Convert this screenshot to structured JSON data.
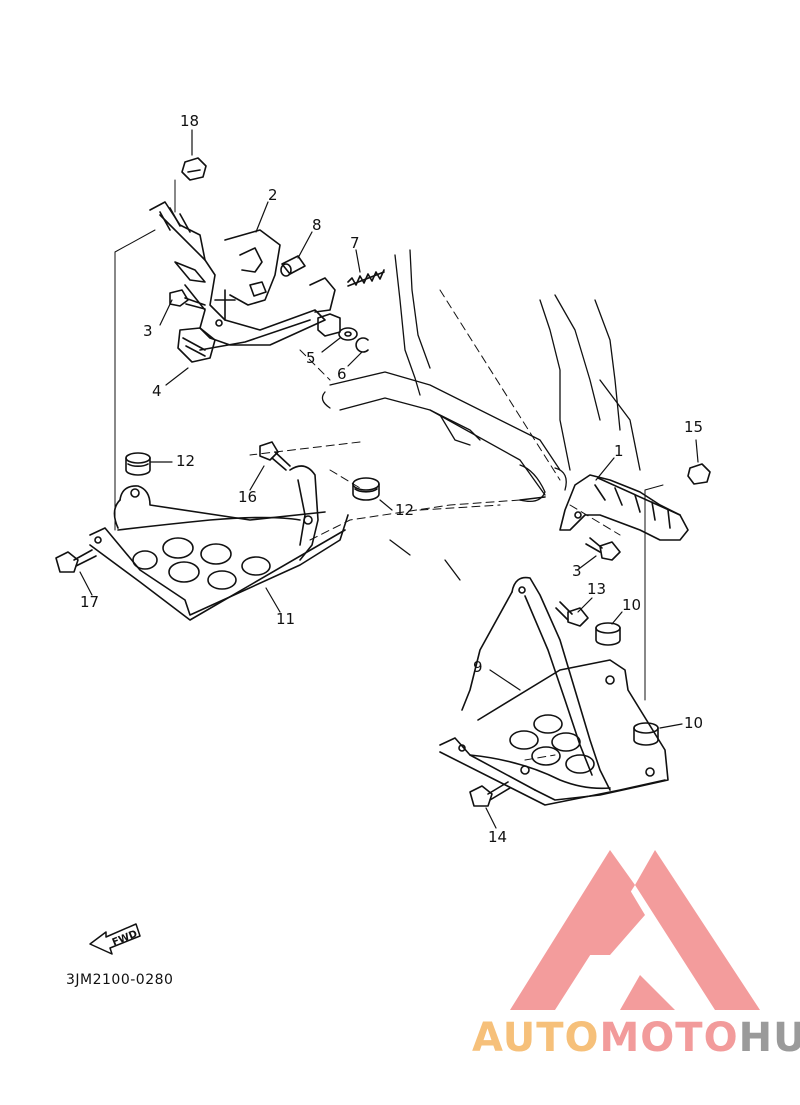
{
  "diagram": {
    "part_code": "3JM2100-0280",
    "fwd_label": "FWD",
    "callouts": [
      "18",
      "2",
      "8",
      "7",
      "3",
      "5",
      "6",
      "4",
      "12",
      "16",
      "12",
      "1",
      "15",
      "3",
      "13",
      "10",
      "17",
      "11",
      "9",
      "10",
      "14"
    ]
  },
  "watermark": {
    "brand_part1": "AUTO",
    "brand_part2": "MOTO",
    "brand_part3": "HUB",
    "colors": {
      "auto": "#f6c07a",
      "moto": "#f29b9b",
      "hub": "#9a9a9a",
      "logo": "#f28b8b"
    }
  }
}
